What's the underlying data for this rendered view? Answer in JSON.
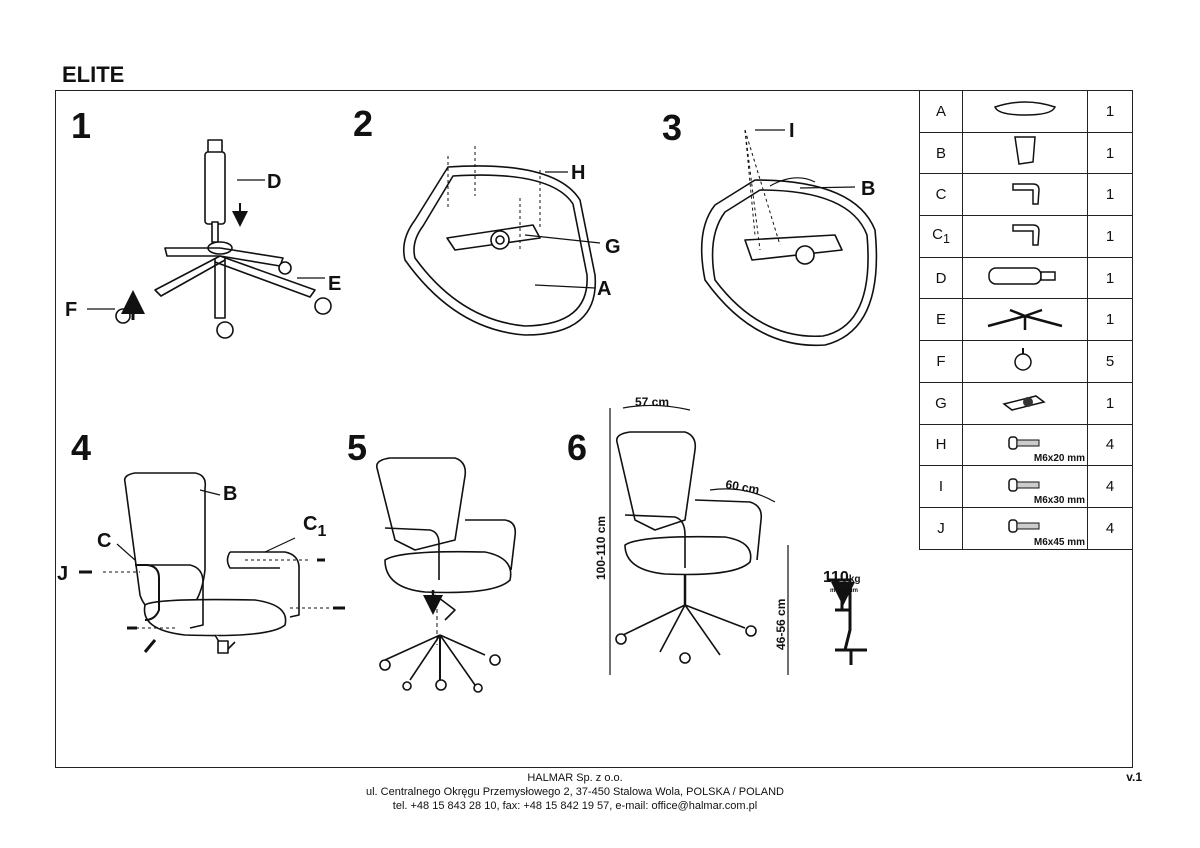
{
  "title": "ELITE",
  "steps": {
    "s1": {
      "num": "1",
      "labels": {
        "D": "D",
        "E": "E",
        "F": "F"
      }
    },
    "s2": {
      "num": "2",
      "labels": {
        "H": "H",
        "G": "G",
        "A": "A"
      }
    },
    "s3": {
      "num": "3",
      "labels": {
        "I": "I",
        "B": "B"
      }
    },
    "s4": {
      "num": "4",
      "labels": {
        "B": "B",
        "C": "C",
        "C1": "C",
        "C1sub": "1",
        "J": "J"
      }
    },
    "s5": {
      "num": "5"
    },
    "s6": {
      "num": "6",
      "width": "57 cm",
      "depth": "60 cm",
      "height": "100-110 cm",
      "seat": "46-56 cm",
      "load": "110",
      "load_unit": "kg",
      "load_note": "maximum"
    }
  },
  "parts": [
    {
      "letter": "A",
      "sub": "",
      "icon": "seat-icon",
      "qty": "1"
    },
    {
      "letter": "B",
      "sub": "",
      "icon": "backrest-icon",
      "qty": "1"
    },
    {
      "letter": "C",
      "sub": "",
      "icon": "armrest-icon",
      "qty": "1"
    },
    {
      "letter": "C",
      "sub": "1",
      "icon": "armrest-icon",
      "qty": "1"
    },
    {
      "letter": "D",
      "sub": "",
      "icon": "gas-lift-icon",
      "qty": "1"
    },
    {
      "letter": "E",
      "sub": "",
      "icon": "star-base-icon",
      "qty": "1"
    },
    {
      "letter": "F",
      "sub": "",
      "icon": "caster-icon",
      "qty": "5"
    },
    {
      "letter": "G",
      "sub": "",
      "icon": "mechanism-icon",
      "qty": "1"
    },
    {
      "letter": "H",
      "sub": "",
      "icon": "bolt-icon",
      "bolt": "M6x20 mm",
      "qty": "4"
    },
    {
      "letter": "I",
      "sub": "",
      "icon": "bolt-icon",
      "bolt": "M6x30 mm",
      "qty": "4"
    },
    {
      "letter": "J",
      "sub": "",
      "icon": "bolt-icon",
      "bolt": "M6x45 mm",
      "qty": "4"
    }
  ],
  "footer": {
    "company": "HALMAR Sp. z o.o.",
    "address": "ul. Centralnego Okręgu Przemysłowego 2, 37-450 Stalowa Wola, POLSKA / POLAND",
    "contact": "tel. +48 15 843 28 10, fax: +48 15 842 19 57, e-mail: office@halmar.com.pl"
  },
  "version": "v.1"
}
